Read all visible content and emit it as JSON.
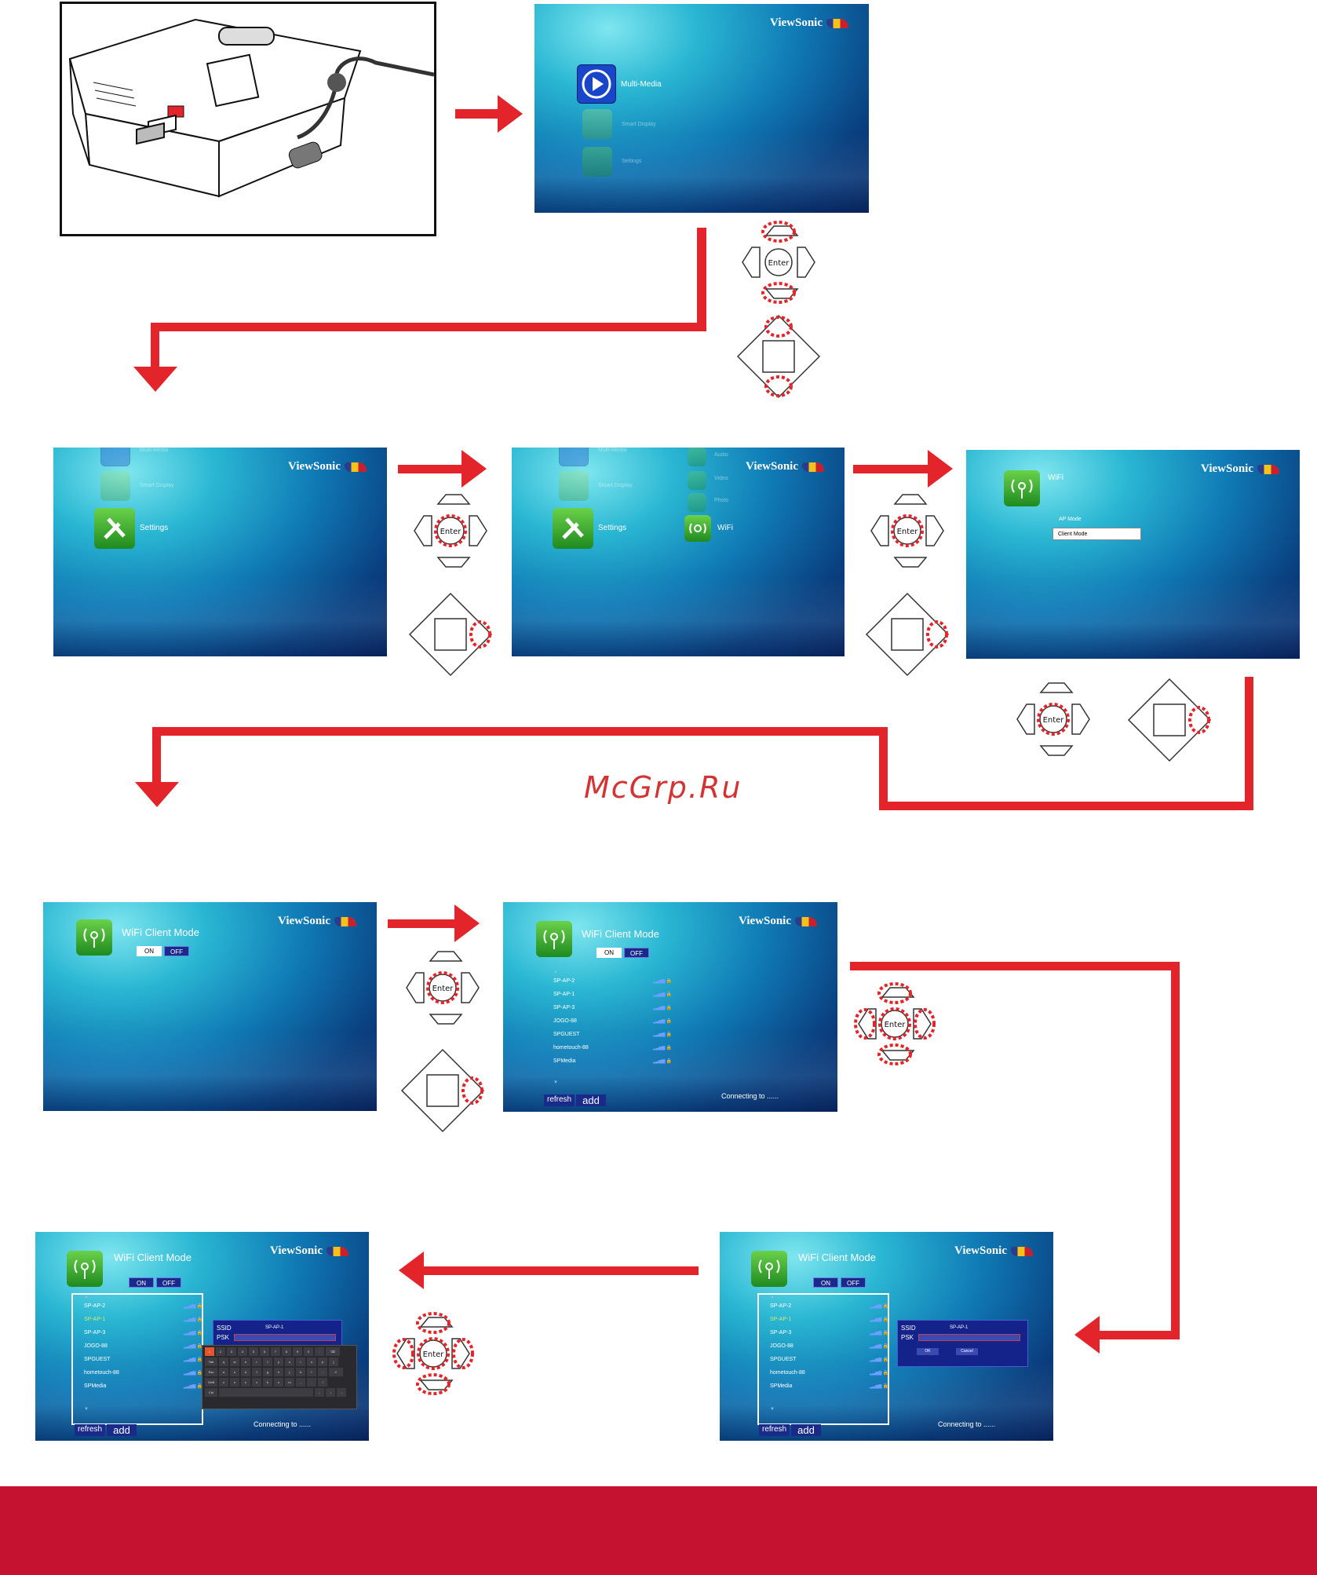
{
  "brand": "ViewSonic",
  "watermark": "McGrp.Ru",
  "screens": {
    "home": {
      "items": [
        "Multi-Media",
        "Smart Display",
        "Settings"
      ]
    },
    "settings": {
      "items": [
        "Multi-Media",
        "Smart Display",
        "Settings"
      ]
    },
    "settings_sub": {
      "items": [
        "Multi-Media",
        "Smart Display",
        "Settings"
      ],
      "sub_items": [
        "Audio",
        "Video",
        "Photo",
        "WiFi"
      ]
    },
    "wifi": {
      "title": "WiFi",
      "options": [
        "AP Mode",
        "Client Mode"
      ],
      "selected": "Client Mode"
    },
    "client": {
      "title": "WiFi Client Mode",
      "on": "ON",
      "off": "OFF"
    },
    "networks": [
      "SP-AP-2",
      "SP-AP-1",
      "SP-AP-3",
      "JOGO-88",
      "SPGUEST",
      "hometouch-88",
      "SPMedia"
    ],
    "refresh": "refresh",
    "add": "add",
    "connecting": "Connecting to ......",
    "dialog": {
      "ssid_label": "SSID",
      "ssid_value": "SP-AP-1",
      "psk_label": "PSK",
      "ok": "OK",
      "cancel": "Cancel"
    }
  },
  "remote": {
    "enter": "Enter"
  },
  "colors": {
    "arrow": "#e3252b",
    "footer": "#c41230",
    "highlight": "#e3252b"
  }
}
